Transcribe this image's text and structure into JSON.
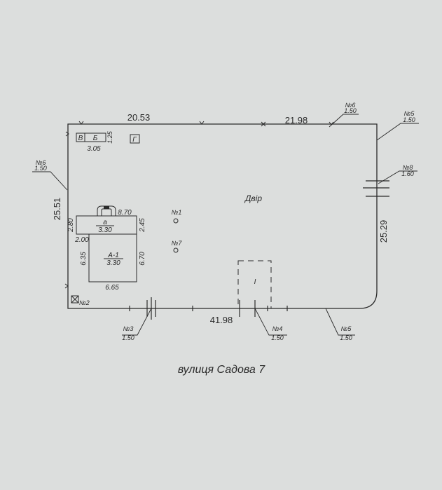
{
  "plan": {
    "caption": "вулиця Садова 7",
    "yard_label": "Двір",
    "dimensions": {
      "top_left": "20.53",
      "top_right": "21.98",
      "bottom": "41.98",
      "left": "25.51",
      "right": "25.29"
    },
    "buildings": {
      "small_v": "В",
      "small_b": "Б",
      "small_b_width": "3.05",
      "small_b_depth": "1.25",
      "garage_g": "Г",
      "a_label": "а",
      "a_width": "3.30",
      "a_top": "8.70",
      "a_left": "2.80",
      "a_right": "2.45",
      "a_bottom": "2.00",
      "a1_label": "А-1",
      "a1_width": "3.30",
      "a1_left": "6.35",
      "a1_right": "6.70",
      "a1_bottom": "6.65",
      "gate_label": "І"
    },
    "objects": {
      "n1": "№1",
      "n7": "№7",
      "n2": "№2"
    },
    "callouts": [
      {
        "id": "n6_top",
        "num": "№6",
        "val": "1.50"
      },
      {
        "id": "n5_right",
        "num": "№5",
        "val": "1.50"
      },
      {
        "id": "n8",
        "num": "№8",
        "val": "1.60"
      },
      {
        "id": "n6_left",
        "num": "№6",
        "val": "1.50"
      },
      {
        "id": "n3",
        "num": "№3",
        "val": "1.50"
      },
      {
        "id": "n4",
        "num": "№4",
        "val": "1.50"
      },
      {
        "id": "n5_bottom",
        "num": "№5",
        "val": "1.50"
      }
    ]
  }
}
